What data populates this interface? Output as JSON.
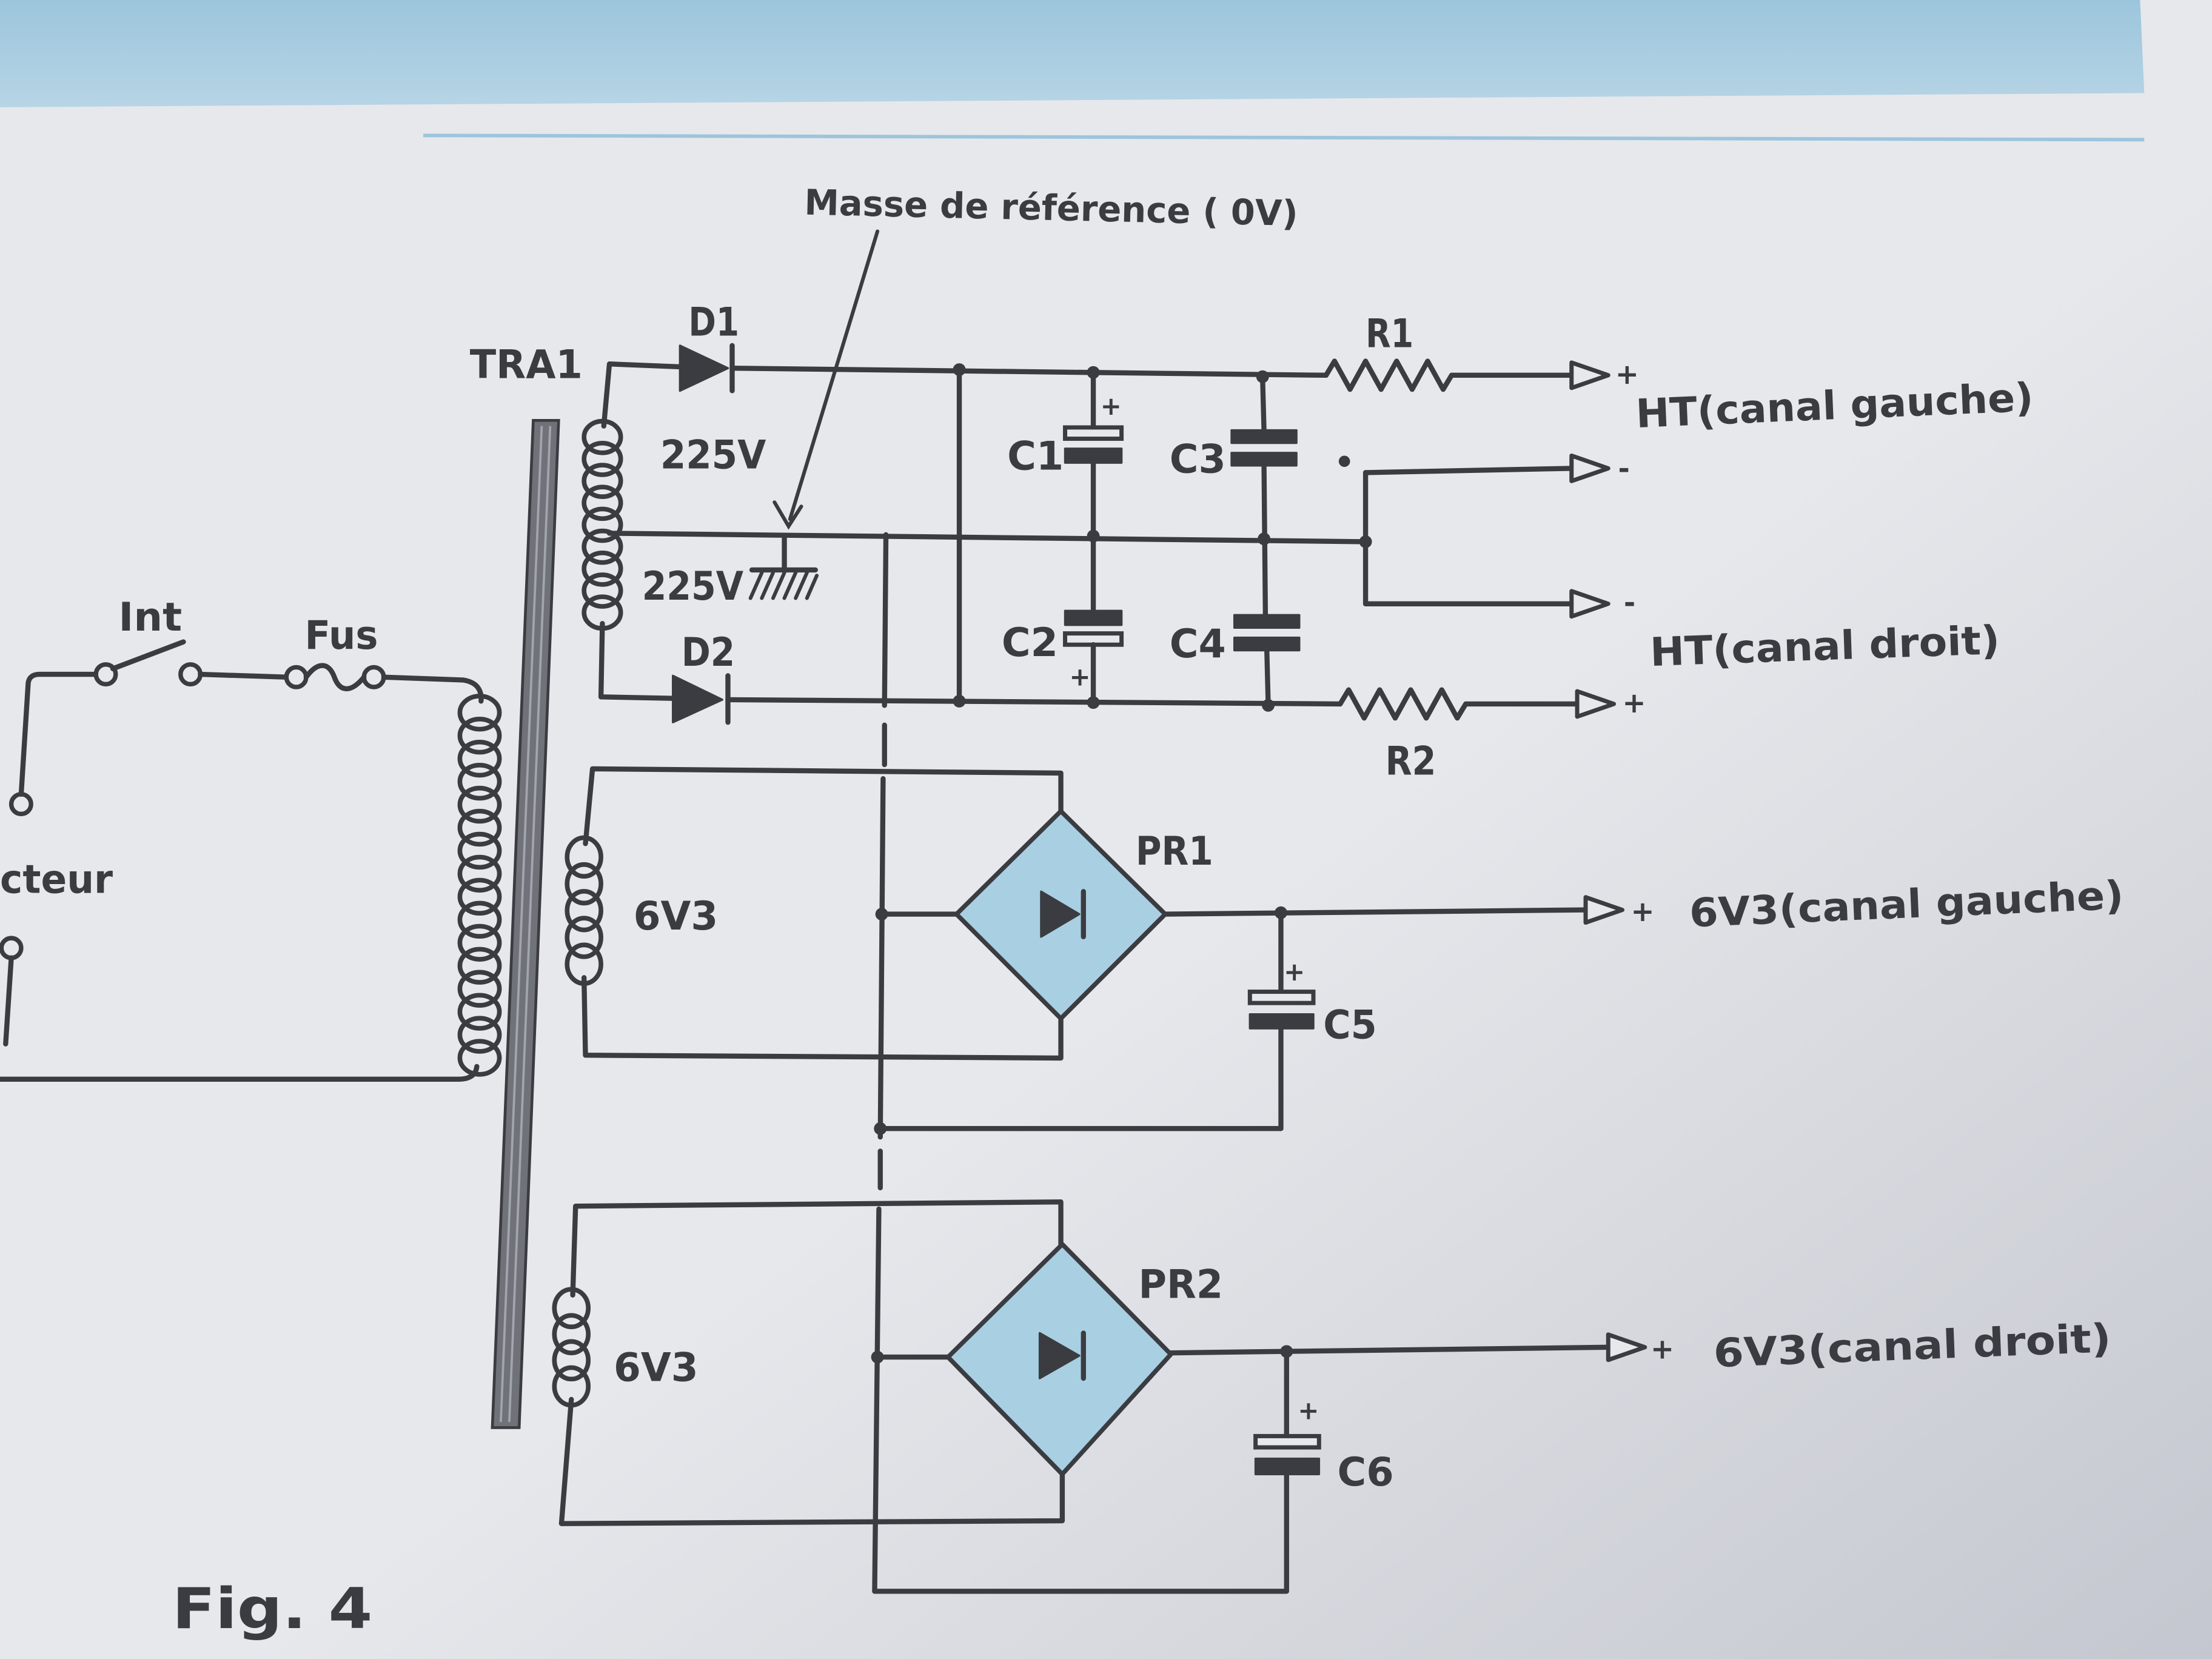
{
  "colors": {
    "paper": "#e7e8ec",
    "paper_shade": "#c4c7cf",
    "ink": "#3b3c41",
    "band": "#9cc5dc",
    "band_light": "#b7d5e6",
    "bridge_fill": "#a9cfe2",
    "core": "#707279"
  },
  "figure": {
    "caption": "Fig. 4",
    "ground_reference": "Masse de référence ( 0V)"
  },
  "mains": {
    "input": "cteur",
    "switch": "Int",
    "fuse": "Fus"
  },
  "transformer": {
    "label": "TRA1",
    "ht_upper": "225V",
    "ht_lower": "225V",
    "heater_1": "6V3",
    "heater_2": "6V3"
  },
  "ht_supply": {
    "d1": "D1",
    "d2": "D2",
    "c1": "C1",
    "c2": "C2",
    "c3": "C3",
    "c4": "C4",
    "c1_plus": "+",
    "c2_plus": "+",
    "r1": "R1",
    "r2": "R2",
    "left_output": {
      "label": "HT(canal gauche)",
      "positive": "+",
      "negative": "-"
    },
    "right_output": {
      "label": "HT(canal droit)",
      "positive": "+",
      "negative": "-"
    }
  },
  "heater_supply": {
    "left": {
      "bridge": "PR1",
      "capacitor": "C5",
      "capacitor_plus": "+",
      "output_sign": "+",
      "output_label": "6V3(canal gauche)"
    },
    "right": {
      "bridge": "PR2",
      "capacitor": "C6",
      "capacitor_plus": "+",
      "output_sign": "+",
      "output_label": "6V3(canal droit)"
    }
  }
}
